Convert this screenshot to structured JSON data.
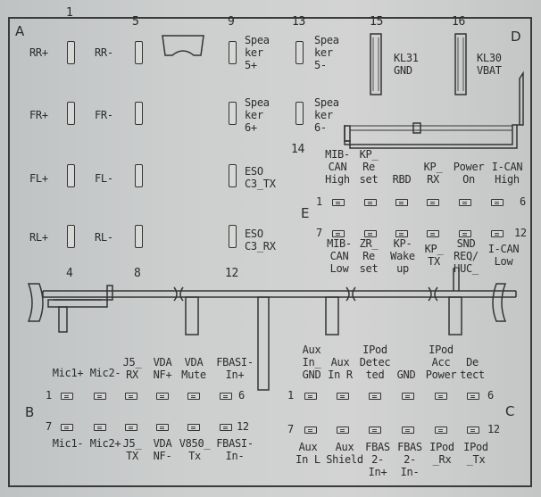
{
  "corners": {
    "a": "A",
    "b": "B",
    "c": "C",
    "d": "D",
    "e": "E"
  },
  "header_numbers": {
    "n1": "1",
    "n5": "5",
    "n9": "9",
    "n13": "13",
    "n15": "15",
    "n16": "16",
    "n14": "14",
    "n4": "4",
    "n8": "8",
    "n12": "12"
  },
  "block_a": {
    "col1": [
      "RR+",
      "FR+",
      "FL+",
      "RL+"
    ],
    "col2": [
      "RR-",
      "FR-",
      "FL-",
      "RL-"
    ],
    "col3": [
      "Spea\nker\n5+",
      "Spea\nker\n6+",
      "ESO\nC3_TX",
      "ESO\nC3_RX"
    ],
    "col4": [
      "Spea\nker\n5-",
      "Spea\nker\n6-"
    ]
  },
  "block_d": {
    "kl31": "KL31\nGND",
    "kl30": "KL30\nVBAT"
  },
  "block_e": {
    "top": [
      "MIB-\nCAN\nHigh",
      "KP_\nRe\nset",
      "RBD",
      "KP_\nRX",
      "Power\nOn",
      "I-CAN\nHigh"
    ],
    "top_left": "1",
    "top_right": "6",
    "bot": [
      "MIB-\nCAN\nLow",
      "ZR_\nRe\nset",
      "KP-\nWake\nup",
      "KP_\nTX",
      "SND\nREQ/\nHUC_",
      "I-CAN\nLow"
    ],
    "bot_left": "7",
    "bot_right": "12"
  },
  "block_b": {
    "top": [
      "Mic1+",
      "Mic2-",
      "J5_\nRX",
      "VDA\nNF+",
      "VDA\nMute",
      "FBASI-\nIn+"
    ],
    "top_left": "1",
    "top_right": "6",
    "bot": [
      "Mic1-",
      "Mic2+",
      "J5_\nTX",
      "VDA\nNF-",
      "V850_\nTx",
      "FBASI-\nIn-"
    ],
    "bot_left": "7",
    "bot_right": "12"
  },
  "block_c": {
    "top": [
      "Aux\nIn_\nGND",
      "Aux\nIn R",
      "IPod\nDetec\nted",
      "GND",
      "IPod\nAcc\nPower",
      "De\ntect"
    ],
    "top_left": "1",
    "top_right": "6",
    "bot": [
      "Aux\nIn L",
      "Aux\nShield",
      "FBAS\n2-\nIn+",
      "FBAS\n2-\nIn-",
      "IPod\n_Rx",
      "IPod\n_Tx"
    ],
    "bot_left": "7",
    "bot_right": "12"
  }
}
